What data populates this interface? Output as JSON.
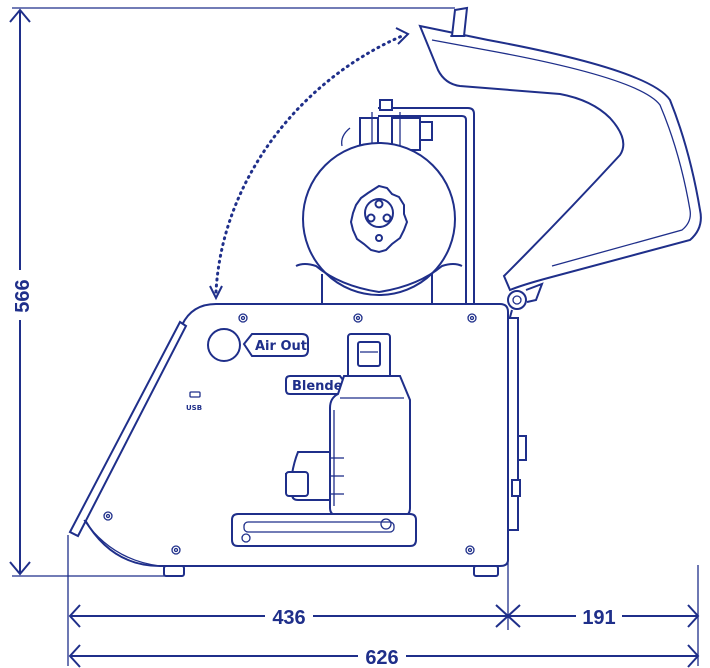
{
  "dimensions": {
    "height": "566",
    "base_width": "436",
    "lid_extension": "191",
    "total_width": "626"
  },
  "labels": {
    "air_out": "Air Out",
    "blender": "Blender",
    "usb": "USB"
  },
  "colors": {
    "line": "#1f2f8a",
    "background": "#ffffff"
  }
}
